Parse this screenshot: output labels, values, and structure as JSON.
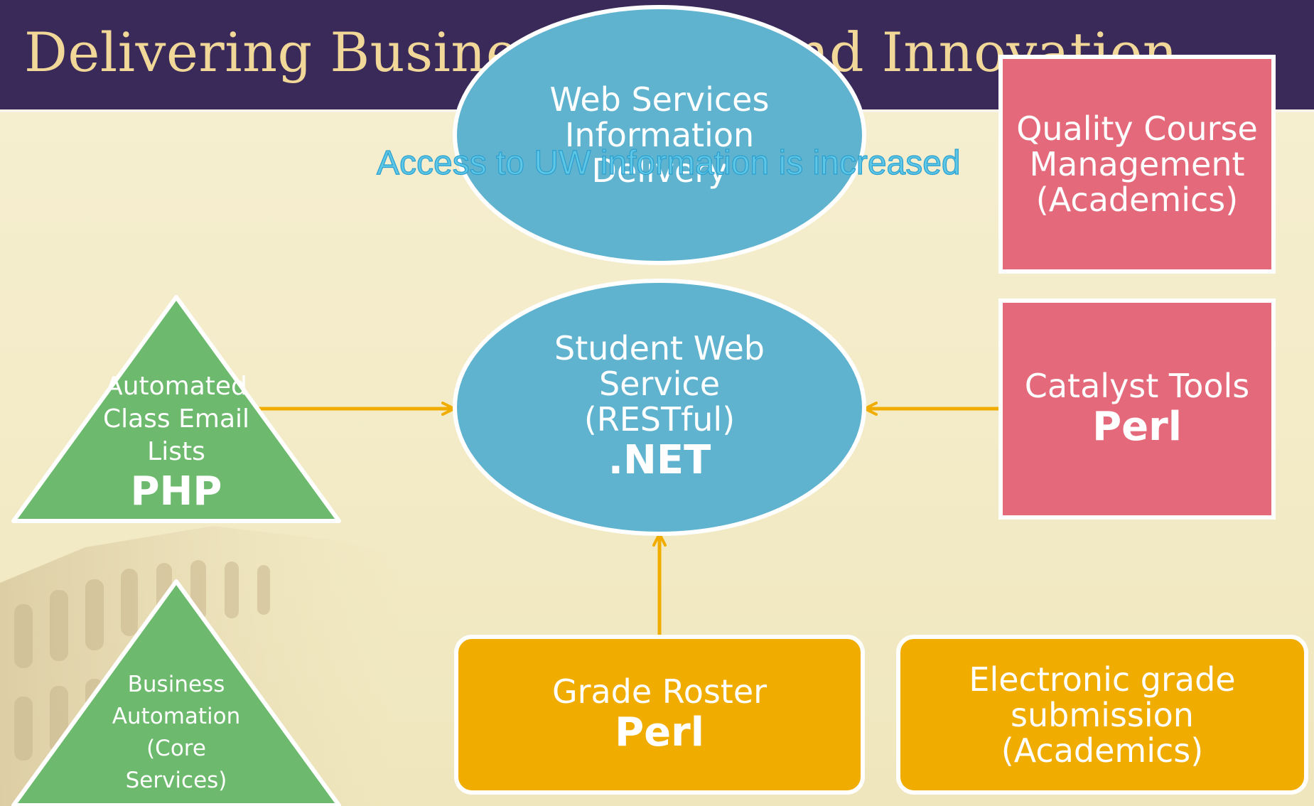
{
  "title": "Delivering Business Value and Innovation",
  "colors": {
    "header_bg": "#3a2a5a",
    "title_text": "#f2d898",
    "page_bg": "#f3ebc6",
    "ellipse_fill": "#5fb3cf",
    "triangle_fill": "#6db96d",
    "red_box_fill": "#e46a7b",
    "orange_box_fill": "#f0ad00",
    "arrow_color": "#f0ad00",
    "overlay_text": "#5fc7e6"
  },
  "overlay_text": "Access to UW information is increased",
  "nodes": {
    "web_services": {
      "shape": "ellipse",
      "lines": [
        "Web Services",
        "Information",
        "Delivery"
      ]
    },
    "student_web_service": {
      "shape": "ellipse",
      "lines": [
        "Student Web",
        "Service",
        "(RESTful)"
      ],
      "tech": ".NET"
    },
    "quality_course": {
      "shape": "rectangle",
      "lines": [
        "Quality Course",
        "Management",
        "(Academics)"
      ]
    },
    "catalyst_tools": {
      "shape": "rectangle",
      "lines": [
        "Catalyst Tools"
      ],
      "tech": "Perl"
    },
    "class_email": {
      "shape": "triangle",
      "lines": [
        "Automated",
        "Class Email",
        "Lists"
      ],
      "tech": "PHP"
    },
    "business_automation": {
      "shape": "triangle",
      "lines": [
        "Business",
        "Automation",
        "(Core",
        "Services)"
      ]
    },
    "grade_roster": {
      "shape": "rounded-rectangle",
      "lines": [
        "Grade Roster"
      ],
      "tech": "Perl"
    },
    "electronic_grade": {
      "shape": "rounded-rectangle",
      "lines": [
        "Electronic grade",
        "submission",
        "(Academics)"
      ]
    }
  },
  "connections": [
    {
      "from": "class_email",
      "to": "student_web_service"
    },
    {
      "from": "catalyst_tools",
      "to": "student_web_service"
    },
    {
      "from": "grade_roster",
      "to": "student_web_service"
    }
  ]
}
